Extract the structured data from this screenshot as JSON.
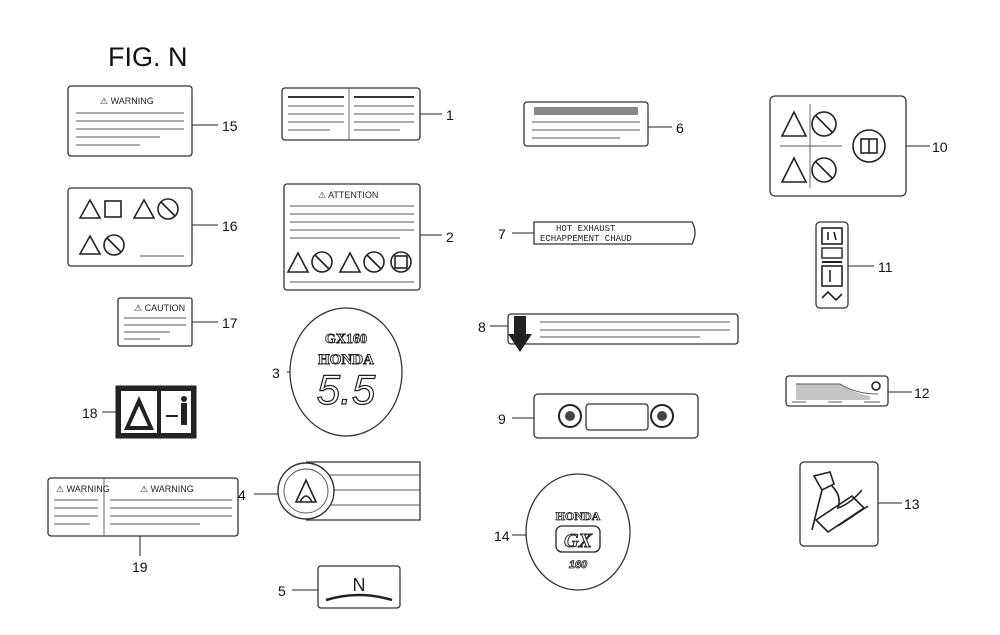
{
  "figure": {
    "title": "FIG. N"
  },
  "callouts": [
    "1",
    "2",
    "3",
    "4",
    "5",
    "6",
    "7",
    "8",
    "9",
    "10",
    "11",
    "12",
    "13",
    "14",
    "15",
    "16",
    "17",
    "18",
    "19"
  ],
  "label_text": {
    "warning": "⚠ WARNING",
    "attention": "⚠ ATTENTION",
    "caution": "⚠ CAUTION",
    "hot_exhaust_line1": "HOT EXHAUST",
    "hot_exhaust_line2": "ECHAPPEMENT CHAUD",
    "model": "GX160",
    "brand": "HONDA",
    "power": "5.5",
    "gx_logo": "GX",
    "gx_sub": "160",
    "switch_mark": "N"
  }
}
